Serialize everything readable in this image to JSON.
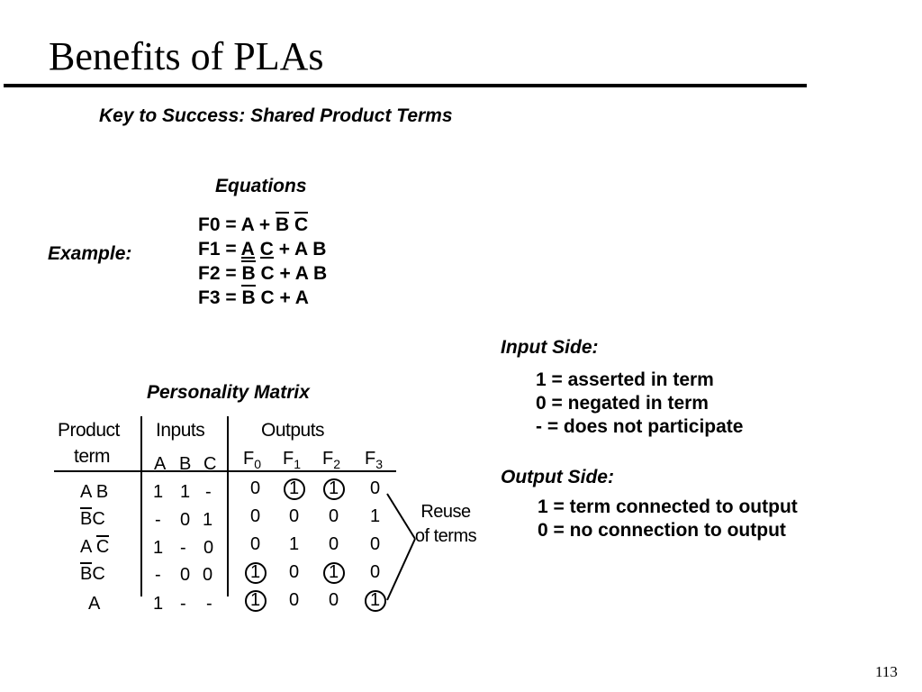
{
  "title": "Benefits of PLAs",
  "subtitle": "Key to Success: Shared Product Terms",
  "equations_heading": "Equations",
  "example_label": "Example:",
  "equations": [
    {
      "lhs": "F0 = ",
      "terms": [
        "A",
        "+ ",
        "B",
        " ",
        "C"
      ]
    },
    {
      "lhs": "F1 = ",
      "terms": [
        "A",
        " ",
        "C",
        " + ",
        "A",
        " ",
        "B"
      ]
    },
    {
      "lhs": "F2 = ",
      "terms": [
        "B",
        " ",
        "C",
        " + ",
        "A",
        " ",
        "B"
      ]
    },
    {
      "lhs": "F3 = ",
      "terms": [
        "B",
        " ",
        "C",
        " + ",
        "A"
      ]
    }
  ],
  "personality_matrix": {
    "heading": "Personality Matrix",
    "product_term_header": [
      "Product",
      "term"
    ],
    "inputs_header": "Inputs",
    "input_names": [
      "A",
      "B",
      "C"
    ],
    "outputs_header": "Outputs",
    "output_names": [
      "F",
      "F",
      "F",
      "F"
    ],
    "output_subscripts": [
      "0",
      "1",
      "2",
      "3"
    ],
    "rows": [
      {
        "term": [
          "A",
          "B"
        ],
        "inputs": [
          "1",
          "1",
          "-"
        ],
        "outputs": [
          "0",
          "1",
          "1",
          "0"
        ]
      },
      {
        "term": [
          "B",
          "C"
        ],
        "inputs": [
          "-",
          "0",
          "1"
        ],
        "outputs": [
          "0",
          "0",
          "0",
          "1"
        ]
      },
      {
        "term": [
          "A",
          "C"
        ],
        "inputs": [
          "1",
          "-",
          "0"
        ],
        "outputs": [
          "0",
          "1",
          "0",
          "0"
        ]
      },
      {
        "term": [
          "B",
          "C"
        ],
        "inputs": [
          "-",
          "0",
          "0"
        ],
        "outputs": [
          "1",
          "0",
          "1",
          "0"
        ]
      },
      {
        "term": [
          "A"
        ],
        "inputs": [
          "1",
          "-",
          "-"
        ],
        "outputs": [
          "1",
          "0",
          "0",
          "1"
        ]
      }
    ],
    "reuse_label": "Reuse of terms"
  },
  "input_side": {
    "heading": "Input Side:",
    "lines": [
      "1 = asserted in term",
      "0 = negated in term",
      "- = does not participate"
    ]
  },
  "output_side": {
    "heading": "Output Side:",
    "lines": [
      "1 = term connected to output",
      "0 = no connection to output"
    ]
  },
  "slide_number": "113"
}
